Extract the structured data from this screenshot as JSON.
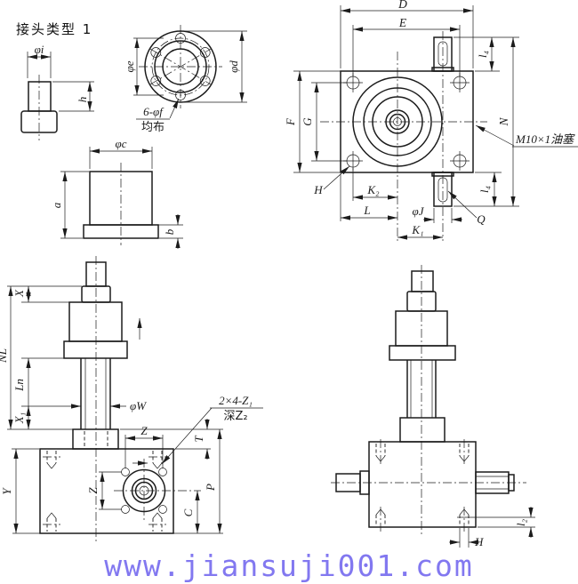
{
  "page": {
    "background": "#ffffff",
    "line_color": "#1c1c1c"
  },
  "title": "接头类型 1",
  "joint_view": {
    "phi_i": "φi",
    "h": "h"
  },
  "flange_view": {
    "phi_e": "φe",
    "phi_d": "φd",
    "note_line1": "6-φf",
    "note_line2": "均布"
  },
  "cylinder_view": {
    "phi_c": "φc",
    "a": "a",
    "b": "b"
  },
  "top_view": {
    "D": "D",
    "E": "E",
    "F": "F",
    "G": "G",
    "N": "N",
    "H": "H",
    "K1": "K₁",
    "K2": "K₂",
    "L": "L",
    "phi_J": "φJ",
    "Q": "Q",
    "l4_top": "l₄",
    "l4_bot": "l₄",
    "oil_plug_note": "M10×1油塞"
  },
  "front_view": {
    "X": "X",
    "NL": "NL",
    "Ln": "Ln",
    "X1": "X₁",
    "Y": "Y",
    "phi_W": "φW",
    "Z_top": "Z",
    "Z_left": "Z",
    "T": "T",
    "P": "P",
    "C": "C",
    "hole_note_line1": "2×4-Z₁",
    "hole_note_line2": "深Z₂"
  },
  "side_view": {
    "l2": "l₂",
    "H": "H"
  },
  "watermark": {
    "text": "www.jiansuji001.com",
    "color": "#8278F0"
  }
}
